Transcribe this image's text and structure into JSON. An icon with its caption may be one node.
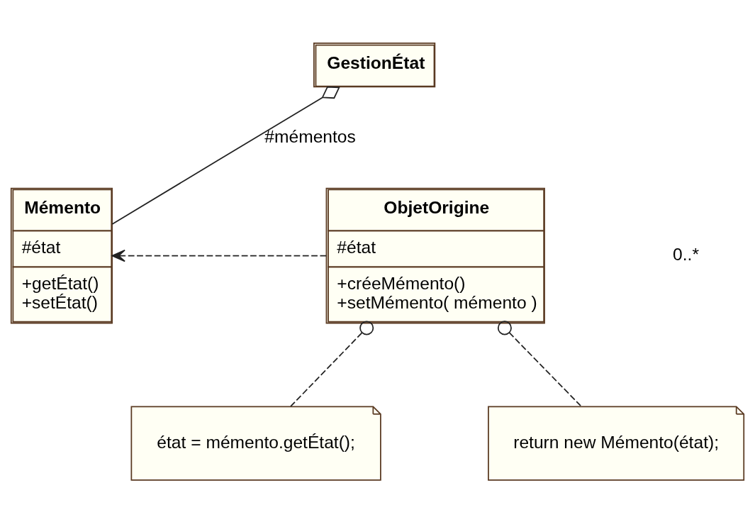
{
  "diagram": {
    "nodes": [
      {
        "text": [
          "GestionÉtat"
        ]
      },
      {
        "text": [
          "ObjetOrigine",
          "#état",
          "+créeMémento()",
          "+setMémento( mémento )"
        ]
      },
      {
        "text": [
          "Mémento",
          "#état",
          "+getÉtat()",
          "+setÉtat()"
        ]
      },
      {
        "text": [
          "état = mémento.getÉtat();"
        ]
      },
      {
        "text": [
          "return new Mémento(état);"
        ]
      }
    ],
    "edges": [
      {
        "from": 0,
        "to": 2,
        "arrow": "other",
        "label": "#mémentos"
      },
      {
        "from": 1,
        "to": 2,
        "arrow": "to",
        "style": "dashed"
      },
      {
        "from": 1,
        "to": 3,
        "arrow": "other",
        "style": "dashed"
      },
      {
        "from": 1,
        "to": 4,
        "arrow": "other",
        "style": "dashed"
      }
    ],
    "labels": [
      "0..*"
    ]
  }
}
